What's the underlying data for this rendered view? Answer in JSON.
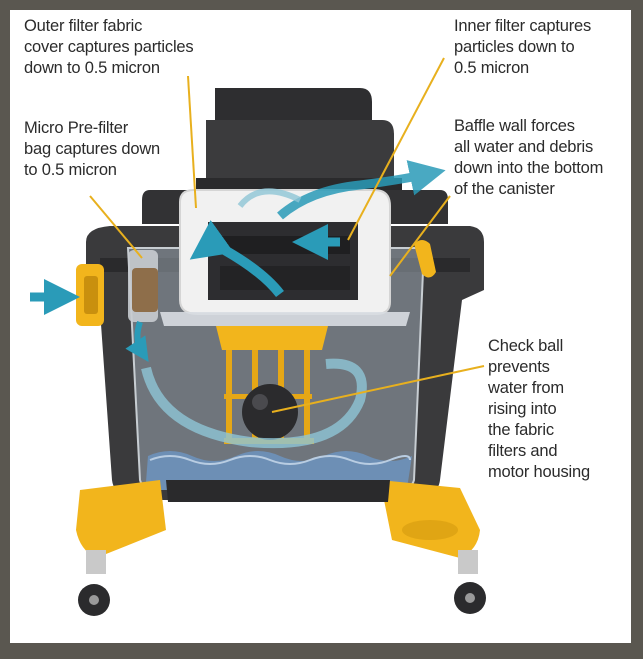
{
  "colors": {
    "frame": "#5a5750",
    "body": "#3a3a3c",
    "body_dark": "#262628",
    "accent_yellow": "#f2b51c",
    "arrow_blue": "#2a9bb8",
    "water": "#6d8fb5",
    "filter_fabric": "#f1f1f1"
  },
  "labels": {
    "outer_filter": "Outer filter fabric\ncover captures particles\ndown to 0.5 micron",
    "micro_prefilter": "Micro Pre-filter\nbag captures down\nto 0.5 micron",
    "inner_filter": "Inner filter captures\nparticles down to\n0.5 micron",
    "baffle_wall": "Baffle wall forces\nall water and debris\ndown into the bottom\nof the canister",
    "check_ball": "Check ball\nprevents\nwater from\nrising into\nthe fabric\nfilters and\nmotor housing"
  }
}
